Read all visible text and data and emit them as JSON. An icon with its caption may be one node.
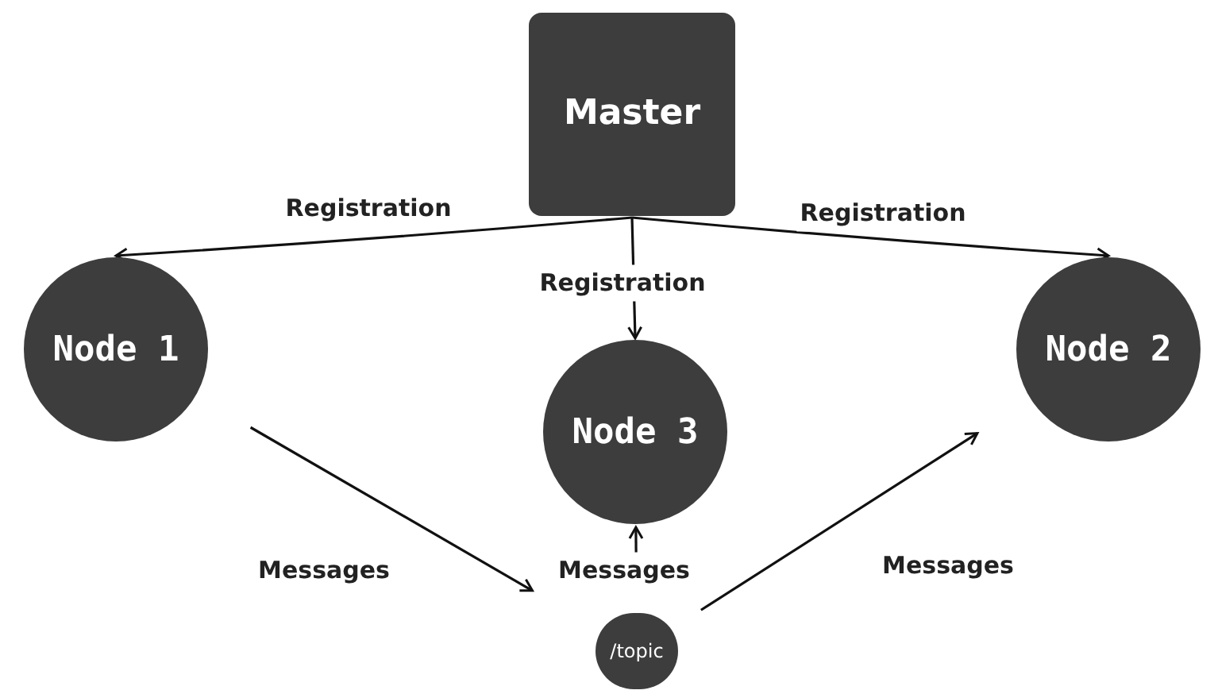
{
  "diagram": {
    "nodes": [
      {
        "text": [
          "Master"
        ]
      },
      {
        "text": [
          "Node 1"
        ]
      },
      {
        "text": [
          "Node 3"
        ]
      },
      {
        "text": [
          "Node 2"
        ]
      },
      {
        "text": [
          "/topic"
        ]
      }
    ],
    "edges": [
      {
        "from": 0,
        "to": 1,
        "arrow": "to",
        "label": "Registration"
      },
      {
        "from": 0,
        "to": 2,
        "arrow": "to",
        "label": "Registration"
      },
      {
        "from": 0,
        "to": 3,
        "arrow": "to",
        "label": "Registration"
      },
      {
        "from": 1,
        "to": 4,
        "arrow": "to",
        "label": "Messages"
      },
      {
        "from": 4,
        "to": 3,
        "arrow": "to",
        "label": "Messages"
      },
      {
        "from": 4,
        "to": 2,
        "arrow": "to",
        "label": "Messages"
      }
    ]
  }
}
